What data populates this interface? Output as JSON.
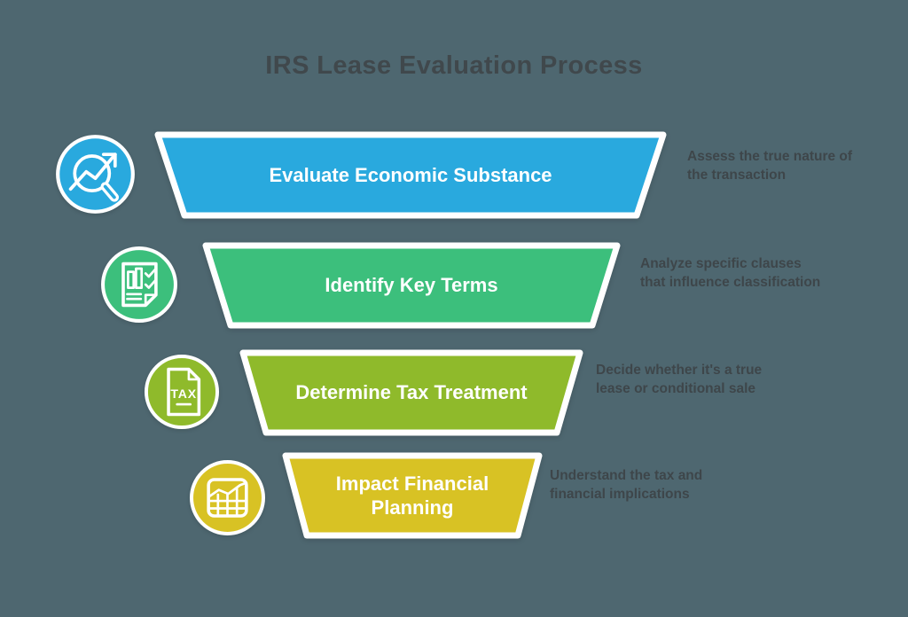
{
  "title": "IRS Lease Evaluation Process",
  "diagram_type": "funnel",
  "colors": {
    "background": "#4E6770",
    "title_text": "#40484C",
    "note_text": "#3E464A",
    "stage_label_text": "#FFFFFF",
    "outline": "#FFFFFF"
  },
  "stages": [
    {
      "label": "Evaluate Economic Substance",
      "note": "Assess the true nature of the transaction",
      "color": "#29A9DE",
      "icon": "magnifier-trend-icon"
    },
    {
      "label": "Identify Key Terms",
      "note": "Analyze specific clauses that influence classification",
      "color": "#3CBF7C",
      "icon": "document-checklist-icon"
    },
    {
      "label": "Determine Tax Treatment",
      "note": "Decide whether it's a true lease or conditional sale",
      "color": "#8FBA2B",
      "icon": "tax-document-icon",
      "icon_text": "TAX"
    },
    {
      "label": "Impact Financial Planning",
      "note": "Understand the tax and financial implications",
      "color": "#D8C224",
      "icon": "financial-chart-icon"
    }
  ]
}
